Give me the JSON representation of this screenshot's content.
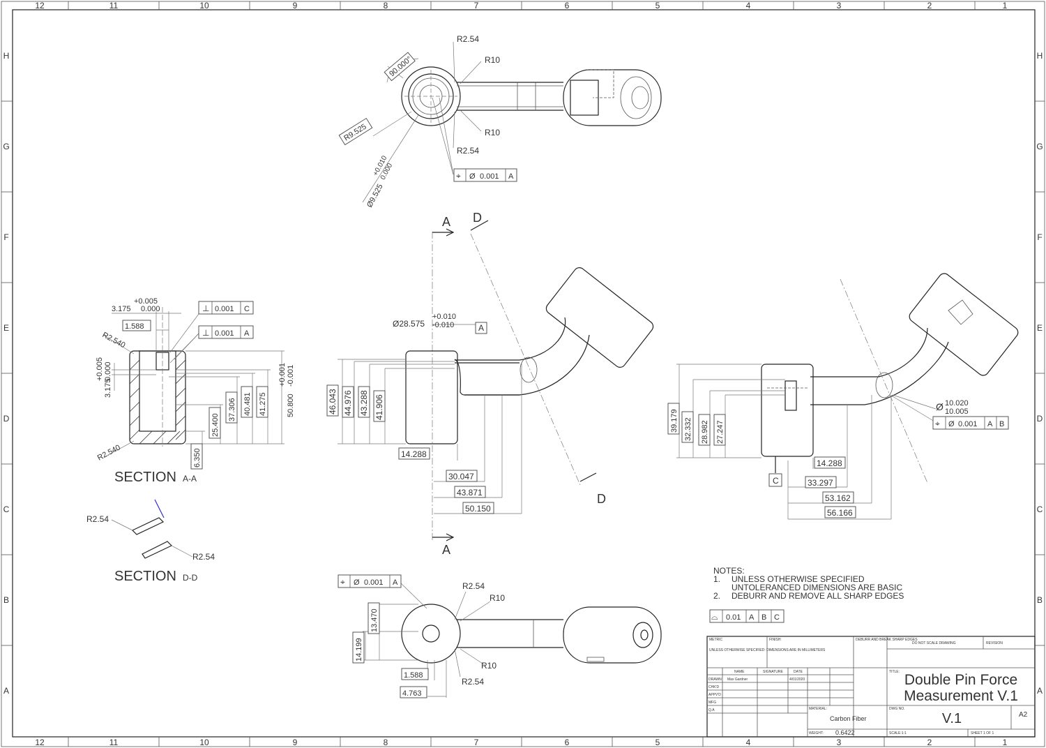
{
  "border": {
    "columns_top": [
      "12",
      "11",
      "10",
      "9",
      "8",
      "7",
      "6",
      "5",
      "4",
      "3",
      "2",
      "1"
    ],
    "columns_bottom": [
      "12",
      "11",
      "10",
      "9",
      "8",
      "7",
      "6",
      "5",
      "4",
      "3",
      "2",
      "1"
    ],
    "rows_left": [
      "H",
      "G",
      "F",
      "E",
      "D",
      "C",
      "B",
      "A"
    ],
    "rows_right": [
      "H",
      "G",
      "F",
      "E",
      "D",
      "C",
      "B",
      "A"
    ]
  },
  "top_view": {
    "angle": "90.000°",
    "r_outer": "R9.525",
    "r_fillet_tl": "R2.54",
    "r10_top": "R10",
    "r10_bottom": "R10",
    "r_fillet_bl": "R2.54",
    "dia_tol_plus": "+0.010",
    "dia_tol_minus": "0.000",
    "dia": "Ø9.525",
    "fcf": {
      "symbol": "⌖",
      "dia": "Ø",
      "value": "0.001",
      "datum": "A"
    }
  },
  "front_view": {
    "section_a_top": "A",
    "section_a_bottom": "A",
    "section_d_top": "D",
    "section_d_bottom": "D",
    "dia_label": "Ø28.575",
    "dia_tol_plus": "+0.010",
    "dia_tol_minus": "-0.010",
    "datum_a": "A",
    "dims_v": [
      "46.043",
      "44.976",
      "43.288",
      "41.906"
    ],
    "dims_h": [
      "14.288",
      "30.047",
      "43.871",
      "50.150"
    ]
  },
  "section_aa": {
    "label": "SECTION",
    "suffix": "A-A",
    "tol_plus": "+0.005",
    "width_base": "3.175",
    "width_tol_minus": "0.000",
    "dim_1588": "1.588",
    "perp_c": {
      "symbol": "⊥",
      "value": "0.001",
      "datum": "C"
    },
    "perp_a": {
      "symbol": "⊥",
      "value": "0.001",
      "datum": "A"
    },
    "r_top": "R2.540",
    "r_bottom": "R2.540",
    "v_tol_plus": "+0.005",
    "v_tol_minus": "0.000",
    "v_base": "3.175",
    "dims_v": [
      "6.350",
      "25.400",
      "37.306",
      "40.481",
      "41.275"
    ],
    "overall_tol_plus": "+0.001",
    "overall": "50.800",
    "overall_tol_minus": "-0.001"
  },
  "section_dd": {
    "label": "SECTION",
    "suffix": "D-D",
    "r_left": "R2.54",
    "r_right": "R2.54"
  },
  "iso_view": {
    "dims_v": [
      "39.179",
      "32.332",
      "28.982",
      "27.247"
    ],
    "dims_h": [
      "14.288",
      "33.297",
      "53.162",
      "56.166"
    ],
    "datum_c": "C",
    "dia_upper": "10.020",
    "dia_lower": "10.005",
    "dia_symbol": "Ø",
    "fcf": {
      "symbol": "⌖",
      "dia": "Ø",
      "value": "0.001",
      "datum1": "A",
      "datum2": "B"
    }
  },
  "bottom_view": {
    "fcf": {
      "symbol": "⌖",
      "dia": "Ø",
      "value": "0.001",
      "datum": "A"
    },
    "r_fillet_top": "R2.54",
    "r10_top": "R10",
    "r10_bottom": "R10",
    "r_fillet_bottom": "R2.54",
    "dims_v": [
      "13.470",
      "14.199"
    ],
    "dims_h": [
      "1.588",
      "4.763"
    ]
  },
  "notes": {
    "heading": "NOTES:",
    "items": [
      {
        "num": "1.",
        "text": "UNLESS OTHERWISE SPECIFIED"
      },
      {
        "num": "",
        "text": "UNTOLERANCED DIMENSIONS ARE BASIC"
      },
      {
        "num": "2.",
        "text": "DEBURR AND REMOVE ALL SHARP EDGES"
      }
    ],
    "profile_fcf": {
      "symbol": "⌓",
      "value": "0.01",
      "d1": "A",
      "d2": "B",
      "d3": "C"
    }
  },
  "title_block": {
    "metric": "METRIC",
    "finish": "FINISH:",
    "deburr": "DEBURR AND BREAK SHARP EDGES",
    "no_scale": "DO NOT SCALE DRAWING",
    "revision": "REVISION",
    "units_note": "UNLESS OTHERWISE SPECIFIED: DIMENSIONS ARE IN MILLIMETERS",
    "col_name": "NAME",
    "col_signature": "SIGNATURE",
    "col_date": "DATE",
    "rows": [
      "DRAWN",
      "CHK'D",
      "APPV'D",
      "MFG",
      "Q.A"
    ],
    "drawn_name": "Max Gardner",
    "drawn_date": "4/01/2020",
    "title_label": "TITLE:",
    "title_line1": "Double Pin Force",
    "title_line2": "Measurement V.1",
    "material_label": "MATERIAL:",
    "material": "Carbon Fiber",
    "dwg_label": "DWG NO.",
    "dwg_no": "V.1",
    "size": "A2",
    "weight_label": "WEIGHT:",
    "weight": "0.6422",
    "scale": "SCALE:1:1",
    "sheet": "SHEET 1 OF 1"
  }
}
